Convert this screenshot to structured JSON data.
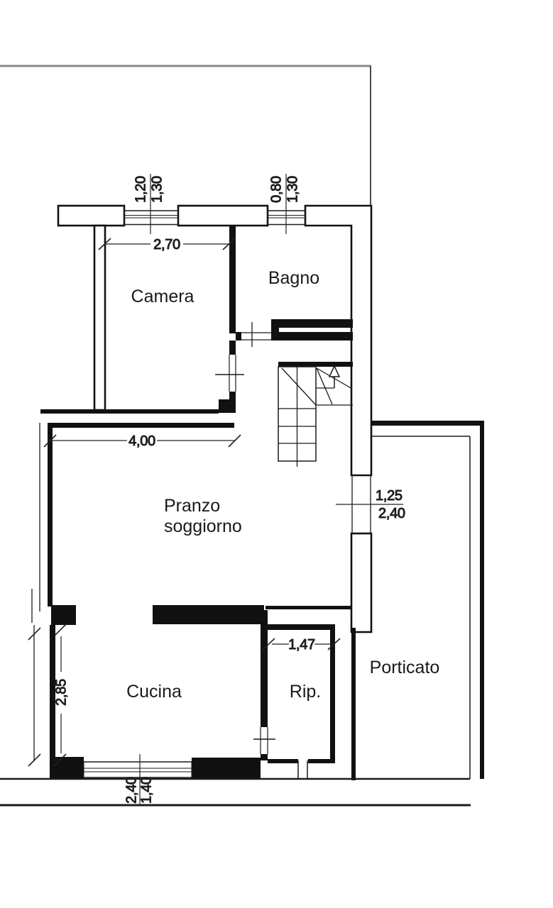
{
  "floorplan": {
    "rooms": {
      "camera": {
        "label": "Camera"
      },
      "bagno": {
        "label": "Bagno"
      },
      "pranzo_soggiorno": {
        "label_line1": "Pranzo",
        "label_line2": "soggiorno"
      },
      "cucina": {
        "label": "Cucina"
      },
      "rip": {
        "label": "Rip."
      },
      "porticato": {
        "label": "Porticato"
      }
    },
    "dimensions": {
      "camera_width": "2,70",
      "pranzo_width": "4,00",
      "rip_width": "1,47",
      "cucina_depth": "2,85",
      "window_camera": {
        "width": "1,20",
        "height": "1,30"
      },
      "window_bagno": {
        "width": "0,80",
        "height": "1,30"
      },
      "window_cucina": {
        "width": "2,40",
        "height": "1,40"
      },
      "door_porticato": {
        "width": "1,25",
        "height": "2,40"
      }
    },
    "stairs": {
      "direction": "up"
    },
    "colors": {
      "line": "#1a1a1a",
      "wall": "#111111",
      "boundary": "#8a8a8a",
      "background": "#ffffff"
    }
  }
}
